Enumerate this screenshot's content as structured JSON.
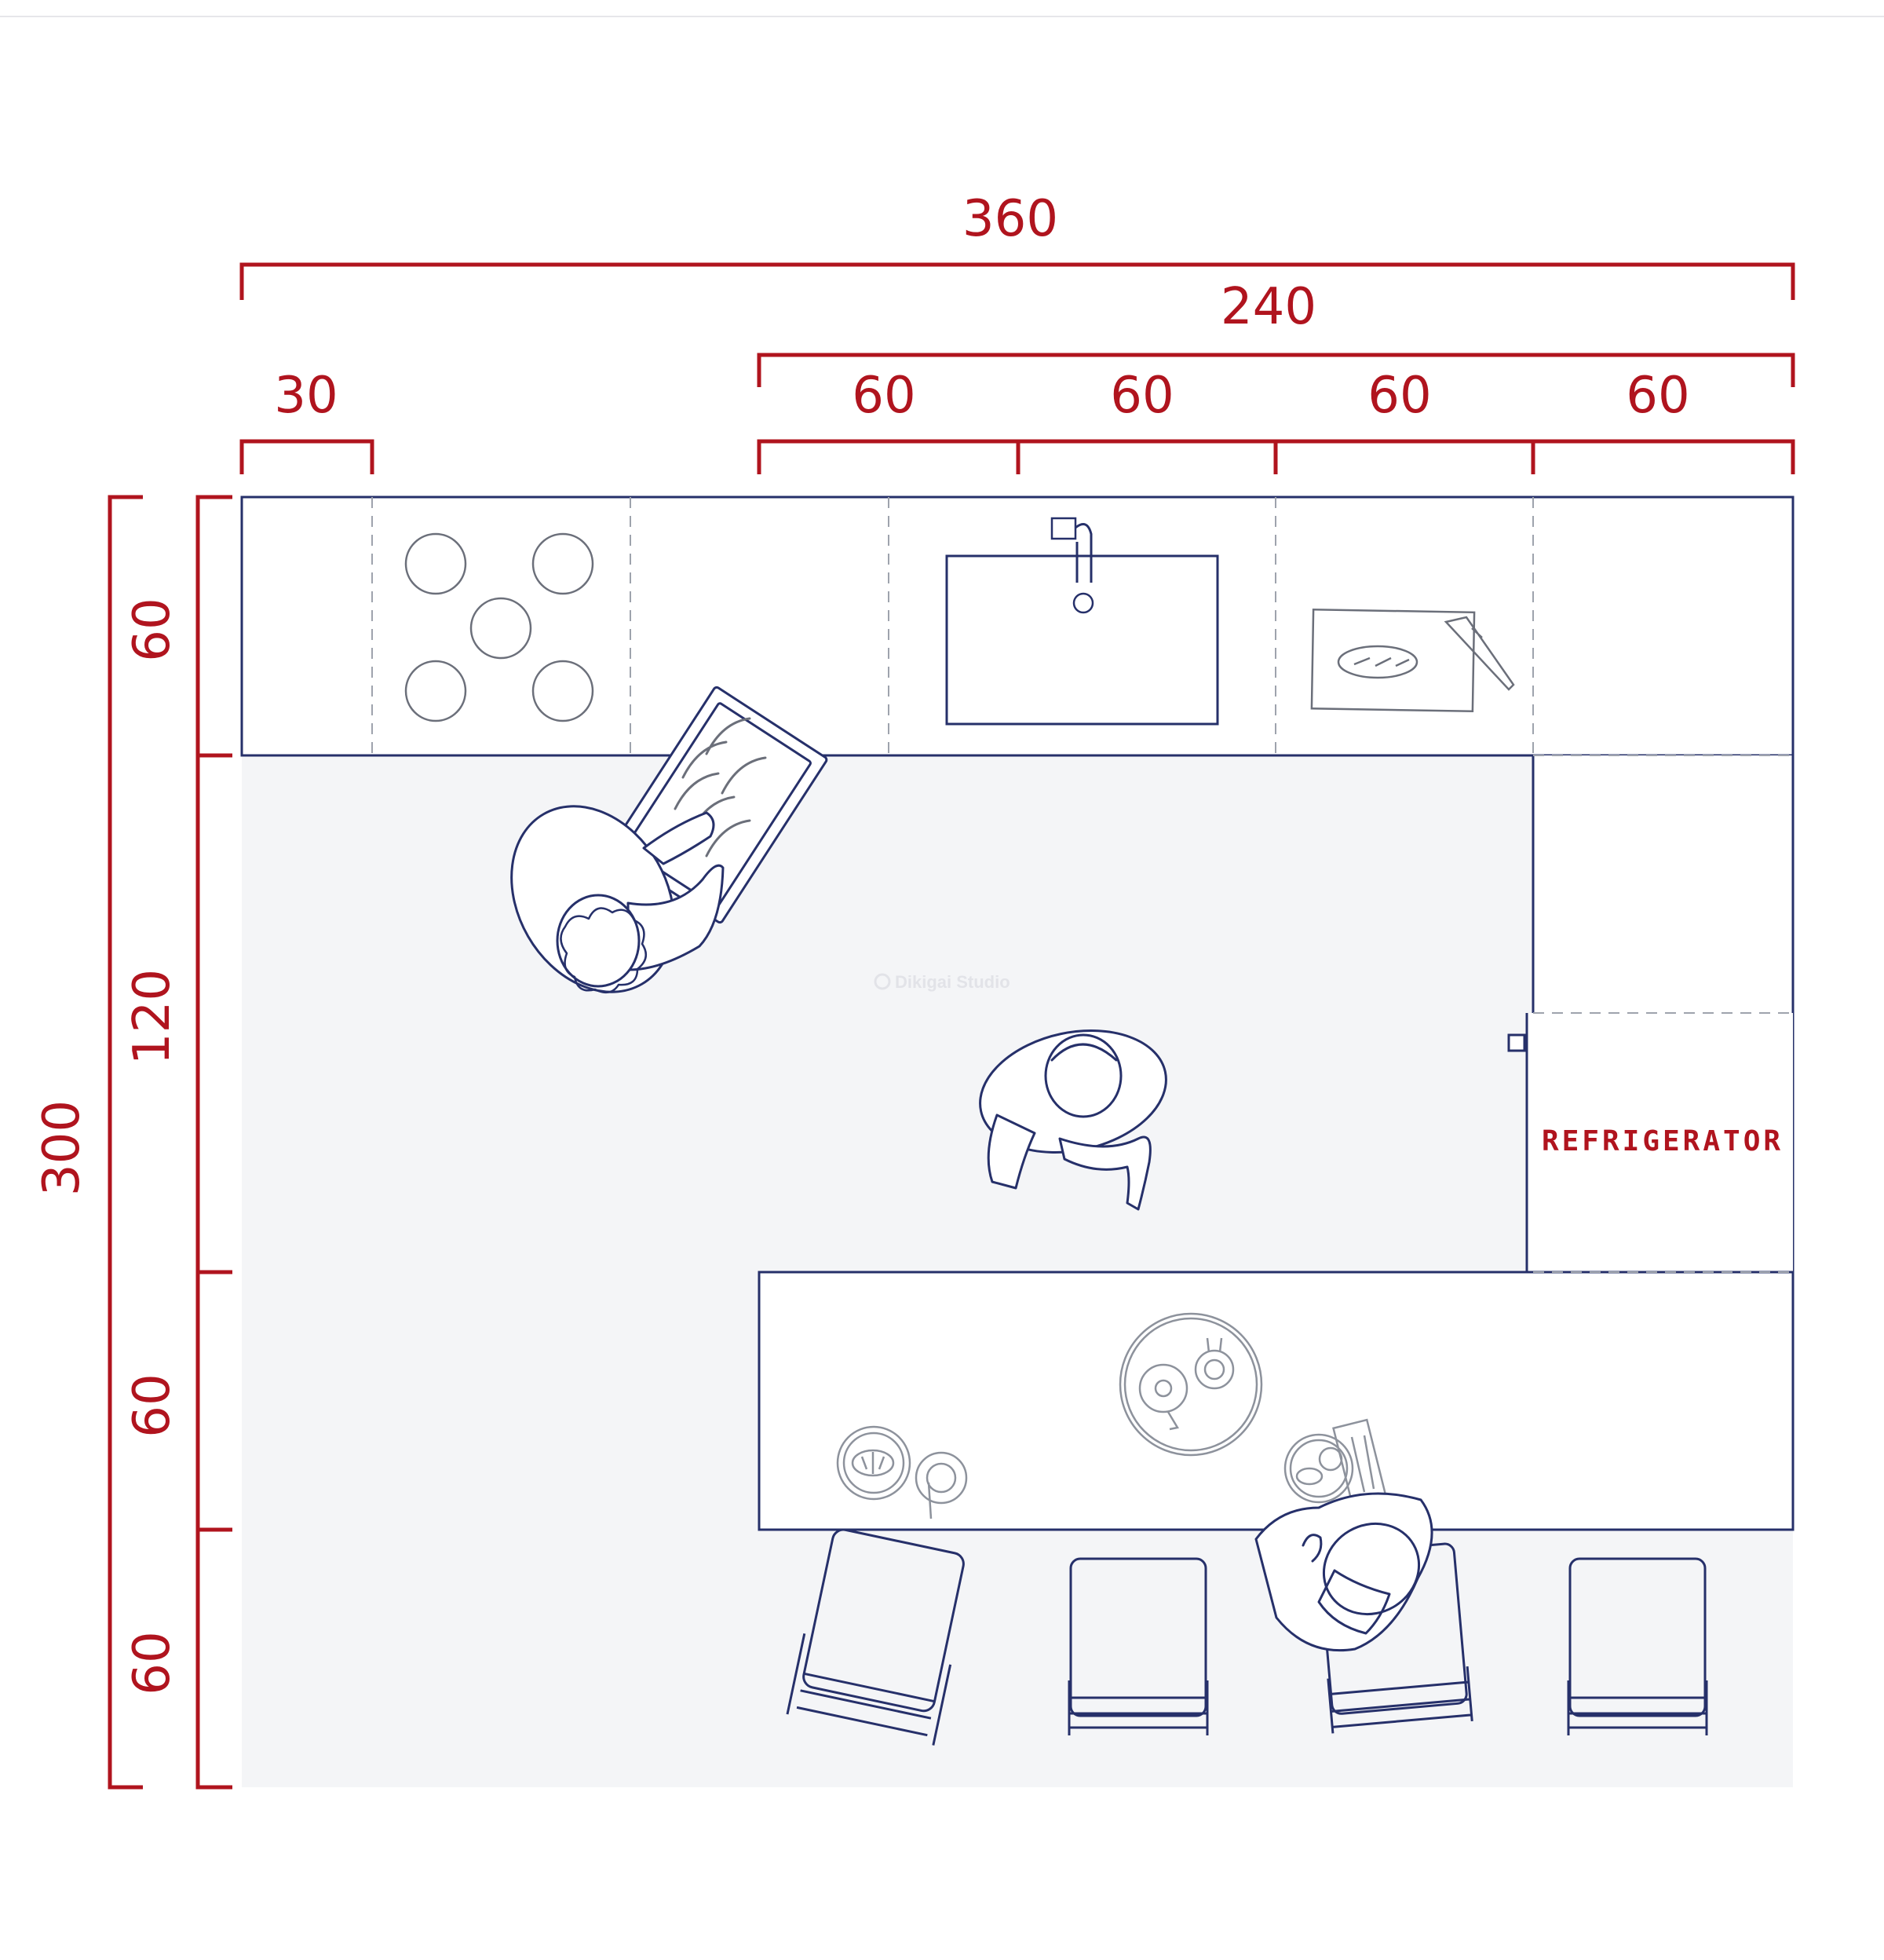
{
  "colors": {
    "dimension": "#b0141e",
    "outline": "#26306a",
    "fixture": "#6b6f7a",
    "floor": "#f4f5f7",
    "counter": "#ffffff"
  },
  "dimensions": {
    "total_width": "360",
    "right_span": "240",
    "left_segment": "30",
    "module_1": "60",
    "module_2": "60",
    "module_3": "60",
    "module_4": "60",
    "total_height": "300",
    "row_1": "60",
    "row_2": "120",
    "row_3": "60",
    "row_4": "60"
  },
  "labels": {
    "refrigerator": "REFRIGERATOR"
  },
  "watermark": "Dikigai Studio"
}
